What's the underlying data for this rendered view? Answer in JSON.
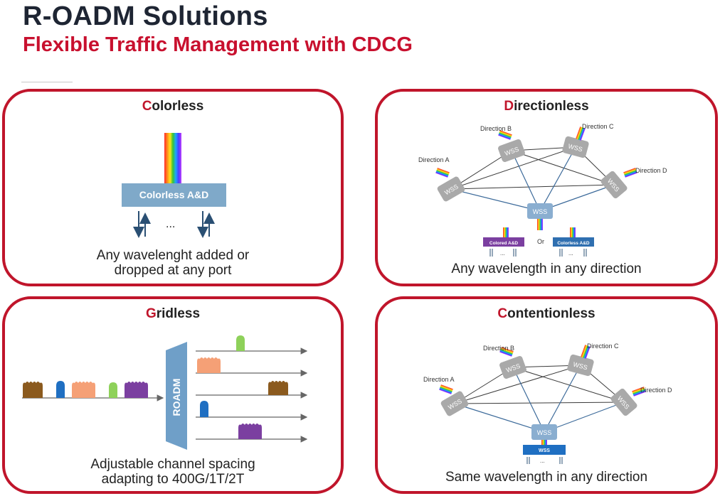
{
  "header": {
    "title": "R-OADM Solutions",
    "subtitle": "Flexible Traffic Management with CDCG"
  },
  "colors": {
    "accent_red": "#c0152b",
    "title_dark": "#1e2533",
    "box_blue": "#7fa9c9",
    "wss_gray": "#a9a9a9"
  },
  "panels": {
    "colorless": {
      "title_initial": "C",
      "title_rest": "olorless",
      "box_label": "Colorless A&D",
      "ellipsis": "...",
      "caption_line1": "Any wavelenght added or",
      "caption_line2": "dropped at any port"
    },
    "directionless": {
      "title_initial": "D",
      "title_rest": "irectionless",
      "dir_a": "Direction A",
      "dir_b": "Direction B",
      "dir_c": "Direction C",
      "dir_d": "Direction D",
      "wss": "WSS",
      "colored_label": "Colored A&D",
      "or_label": "Or",
      "colorless_label": "Colorless A&D",
      "ellipsis": "...",
      "caption": "Any wavelength in any direction"
    },
    "gridless": {
      "title_initial": "G",
      "title_rest": "ridless",
      "roadm_label": "ROADM",
      "caption_line1": "Adjustable channel spacing",
      "caption_line2": "adapting to 400G/1T/2T"
    },
    "contentionless": {
      "title_initial": "C",
      "title_rest": "ontentionless",
      "dir_a": "Direction A",
      "dir_b": "Direction B",
      "dir_c": "Direction C",
      "dir_d": "Direction D",
      "wss": "WSS",
      "ellipsis": "...",
      "caption": "Same wavelength in any direction"
    }
  }
}
